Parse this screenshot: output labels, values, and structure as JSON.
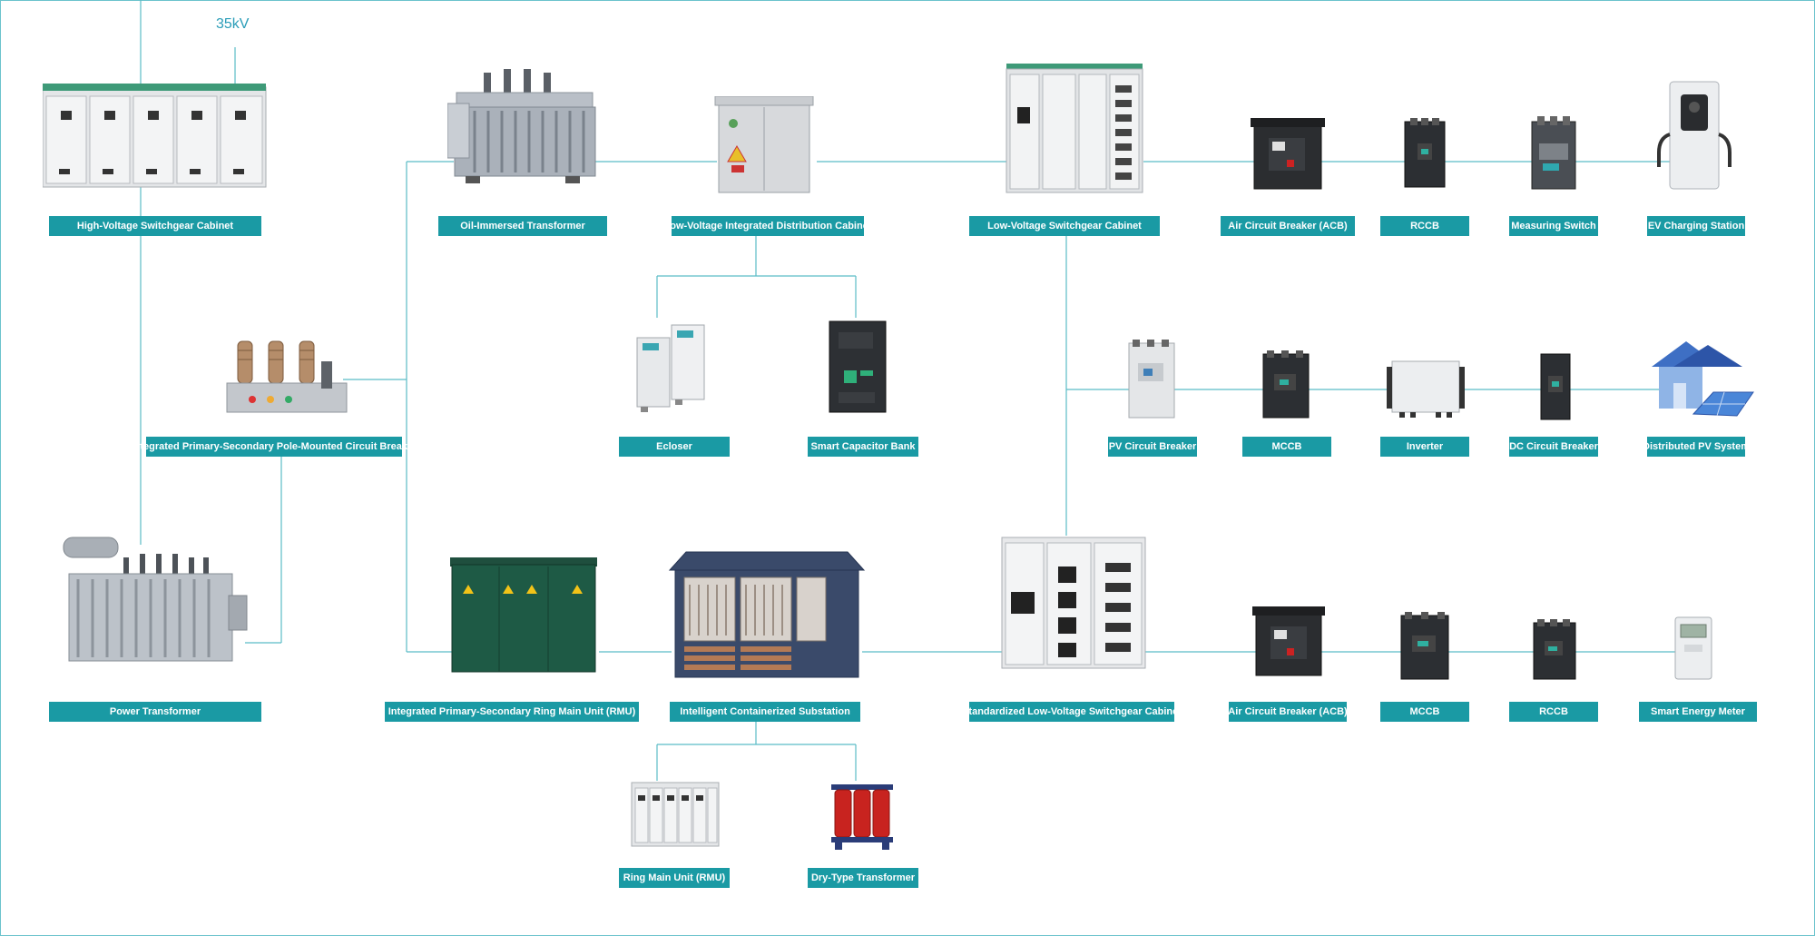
{
  "voltage_label": "35kV",
  "colors": {
    "line": "#5bbcc6",
    "label_bg": "#1a9aa4",
    "label_text": "#ffffff",
    "voltage": "#2a9db8"
  },
  "labels": {
    "hv_switchgear": "High-Voltage Switchgear Cabinet",
    "oil_transformer": "Oil-Immersed Transformer",
    "lv_integrated_cabinet": "Low-Voltage Integrated Distribution Cabinet",
    "lv_switchgear": "Low-Voltage Switchgear Cabinet",
    "acb_top": "Air Circuit Breaker (ACB)",
    "rccb_top": "RCCB",
    "measuring_switch": "Measuring Switch",
    "ev_charging": "EV Charging Station",
    "pole_breaker": "Integrated Primary-Secondary Pole-Mounted Circuit Breaker",
    "ecloser": "Ecloser",
    "capacitor_bank": "Smart Capacitor Bank",
    "pv_breaker": "PV Circuit Breaker",
    "mccb_mid": "MCCB",
    "inverter": "Inverter",
    "dc_breaker": "DC Circuit Breaker",
    "pv_system": "Distributed PV System",
    "power_transformer": "Power Transformer",
    "rmu_integrated": "Integrated Primary-Secondary Ring Main Unit (RMU)",
    "container_substation": "Intelligent Containerized Substation",
    "std_lv_switchgear": "Standardized Low-Voltage Switchgear Cabinet",
    "acb_bottom": "Air Circuit Breaker (ACB)",
    "mccb_bottom": "MCCB",
    "rccb_bottom": "RCCB",
    "smart_meter": "Smart Energy Meter",
    "rmu": "Ring Main Unit (RMU)",
    "dry_transformer": "Dry-Type Transformer"
  }
}
